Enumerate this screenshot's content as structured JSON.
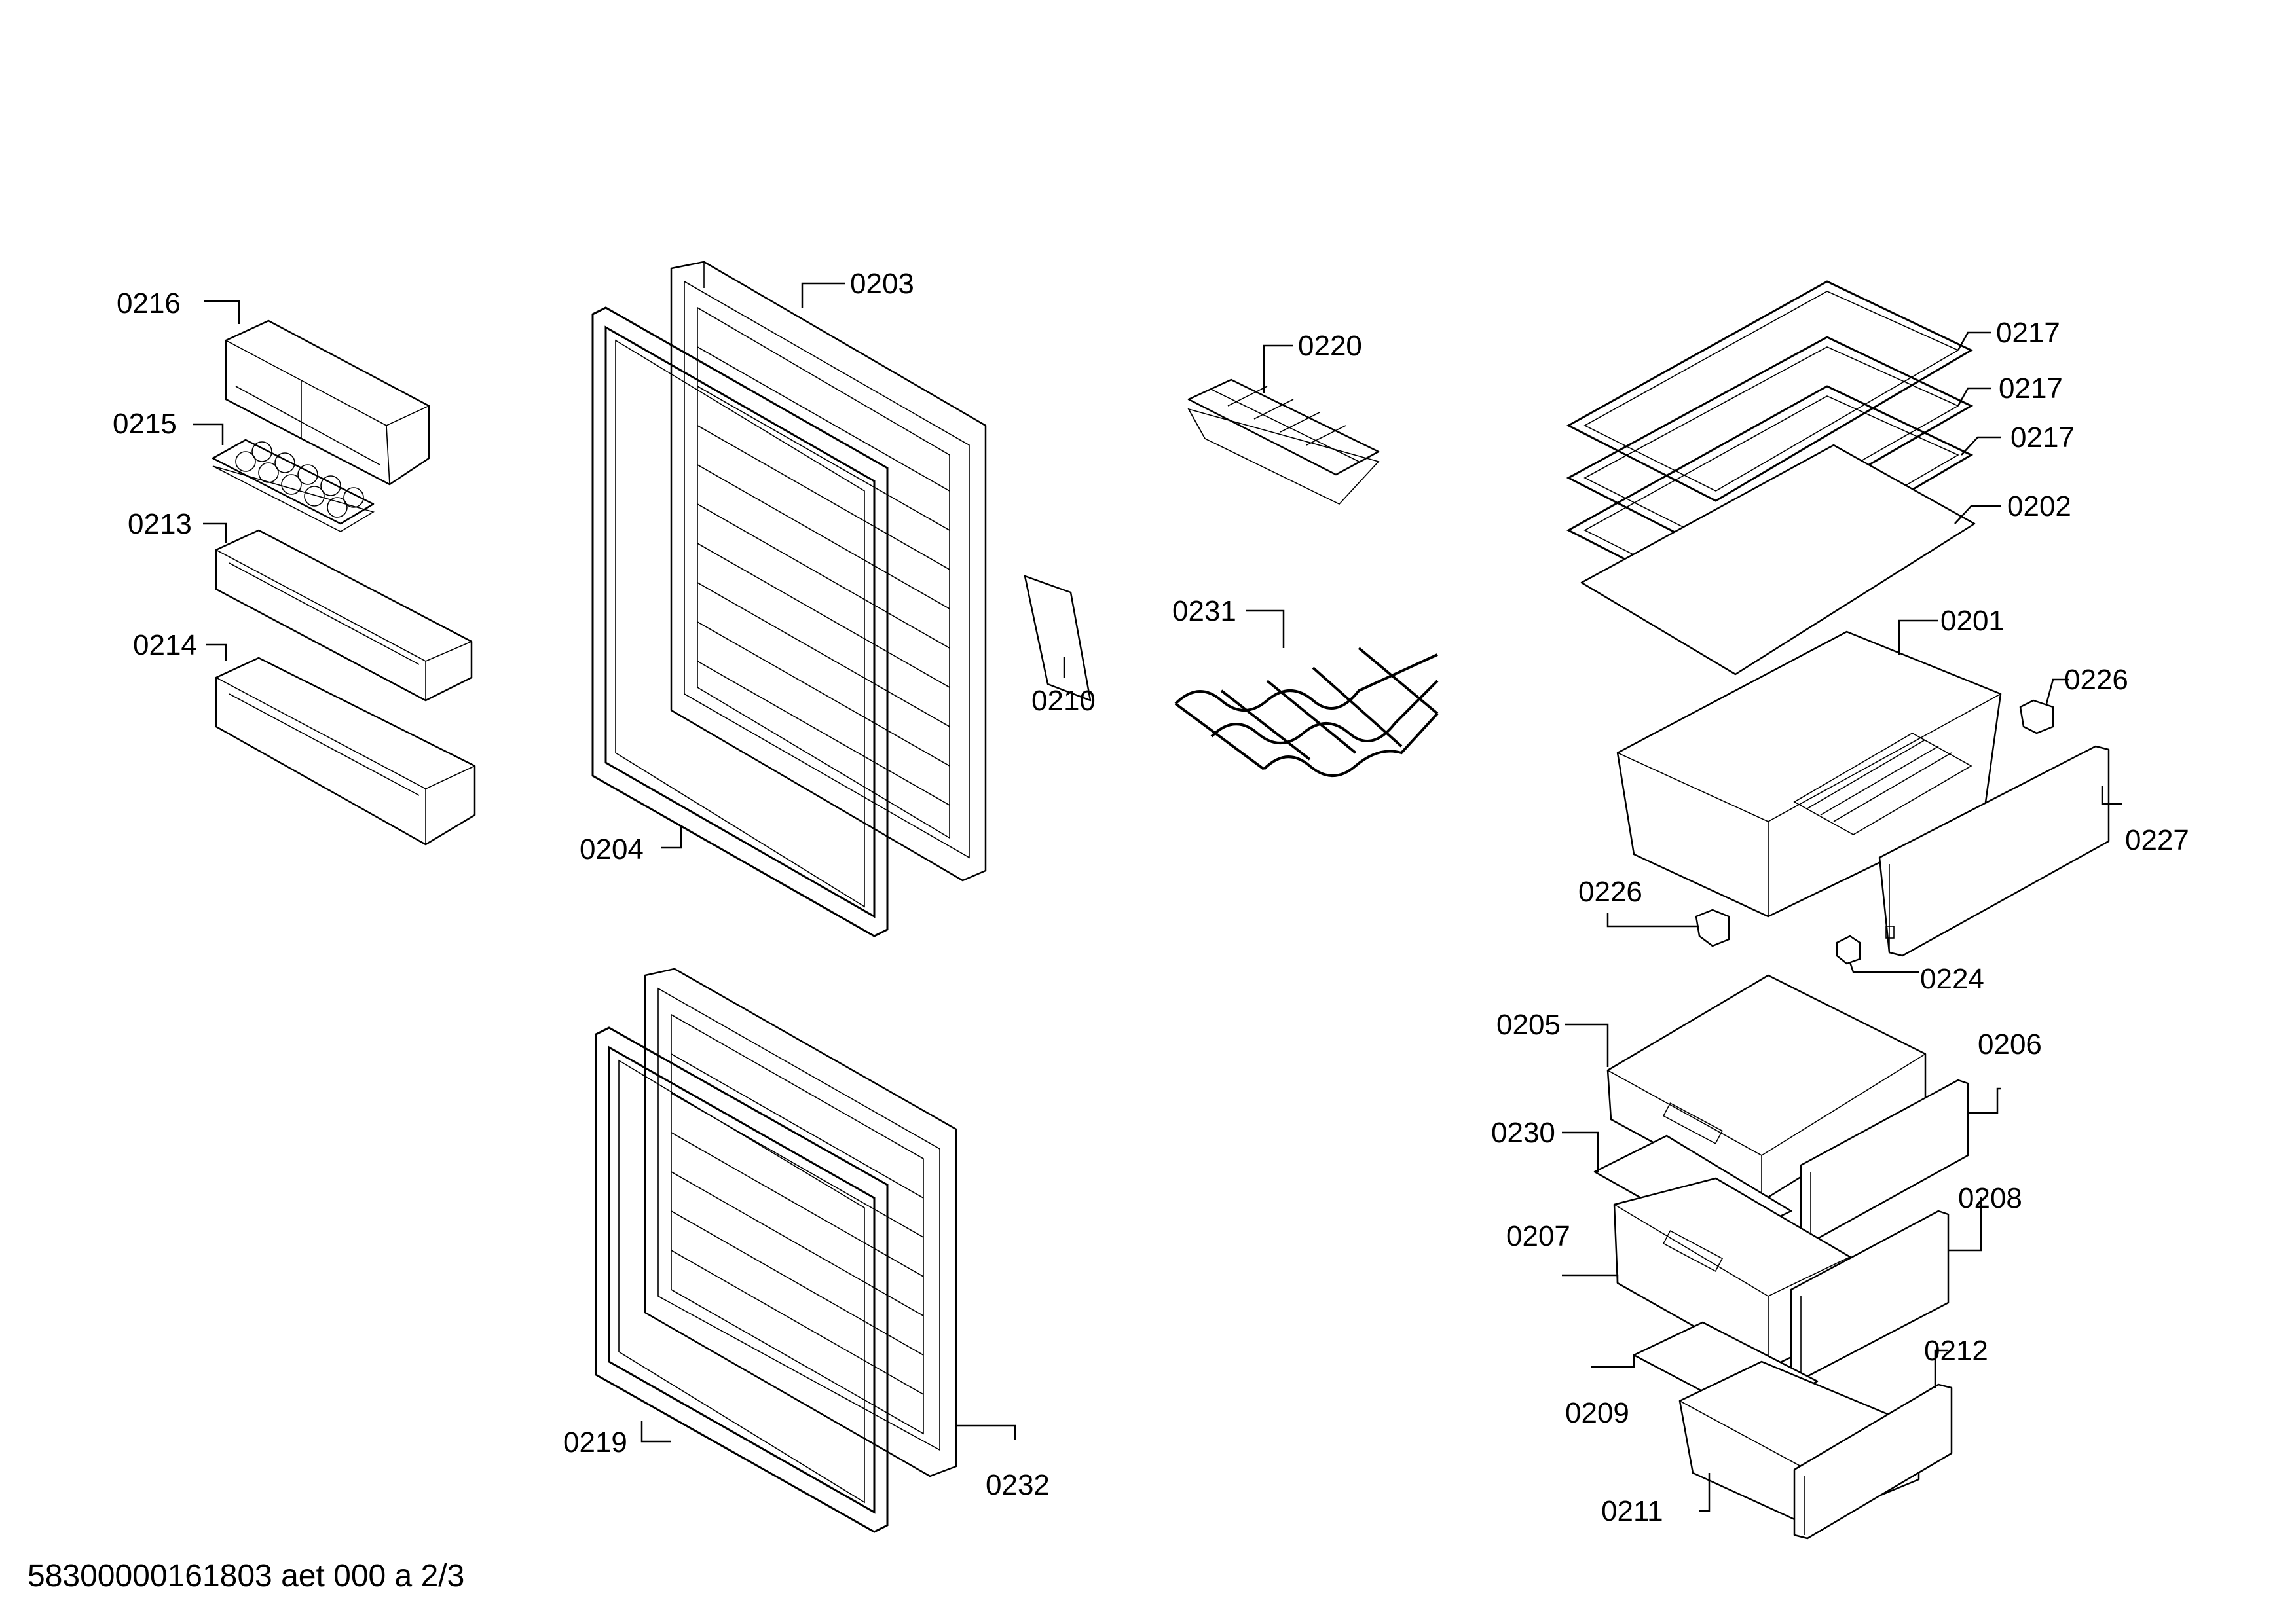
{
  "footer": "58300000161803 aet 000 a 2/3",
  "labels": {
    "p0216": "0216",
    "p0215": "0215",
    "p0213": "0213",
    "p0214": "0214",
    "p0203": "0203",
    "p0204": "0204",
    "p0210": "0210",
    "p0220": "0220",
    "p0231": "0231",
    "p0217a": "0217",
    "p0217b": "0217",
    "p0217c": "0217",
    "p0202": "0202",
    "p0201": "0201",
    "p0226a": "0226",
    "p0227": "0227",
    "p0226b": "0226",
    "p0224": "0224",
    "p0205": "0205",
    "p0206": "0206",
    "p0230": "0230",
    "p0208": "0208",
    "p0207": "0207",
    "p0212": "0212",
    "p0209": "0209",
    "p0211": "0211",
    "p0219": "0219",
    "p0232": "0232"
  }
}
